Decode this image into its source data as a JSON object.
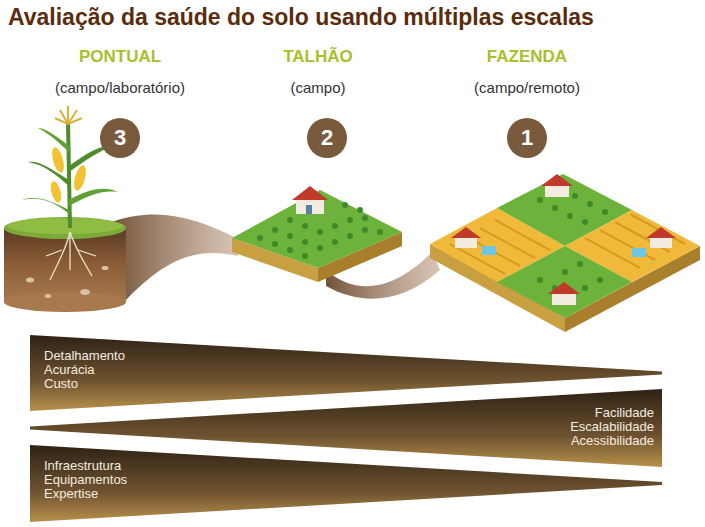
{
  "diagram": {
    "title": "Avaliação da saúde do solo usando múltiplas escalas",
    "nodes": [
      {
        "text": [
          "3"
        ]
      },
      {
        "text": [
          "2"
        ]
      },
      {
        "text": [
          "1"
        ]
      },
      {
        "text": [
          "Detalhamento",
          "Acurácia",
          "Custo"
        ]
      },
      {
        "text": [
          "Facilidade",
          "Escalabilidade",
          "Acessibilidade"
        ]
      },
      {
        "text": [
          "Infraestrutura",
          "Equipamentos",
          "Expertise"
        ]
      }
    ],
    "labels": [
      "PONTUAL",
      "(campo/laboratório)",
      "TALHÃO",
      "(campo)",
      "FAZENDA",
      "(campo/remoto)"
    ]
  }
}
